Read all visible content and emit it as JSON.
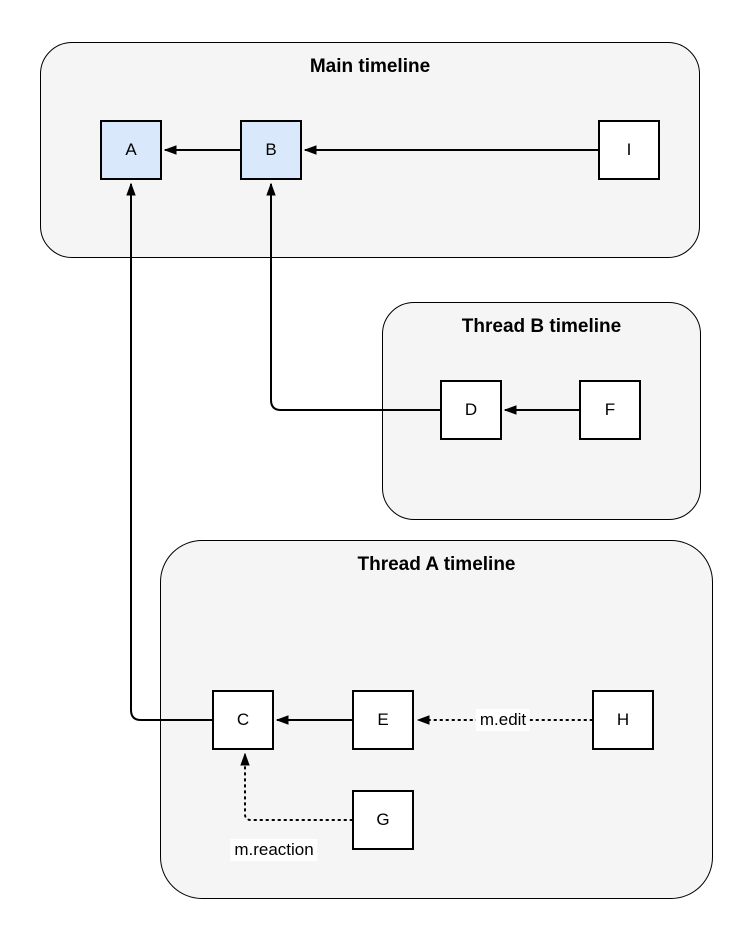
{
  "diagram": {
    "containers": [
      {
        "id": "main",
        "title": "Main timeline"
      },
      {
        "id": "thread_b",
        "title": "Thread B timeline"
      },
      {
        "id": "thread_a",
        "title": "Thread A timeline"
      }
    ],
    "nodes": [
      {
        "id": "A",
        "label": "A",
        "highlighted": true,
        "container": "main"
      },
      {
        "id": "B",
        "label": "B",
        "highlighted": true,
        "container": "main"
      },
      {
        "id": "I",
        "label": "I",
        "highlighted": false,
        "container": "main"
      },
      {
        "id": "D",
        "label": "D",
        "highlighted": false,
        "container": "thread_b"
      },
      {
        "id": "F",
        "label": "F",
        "highlighted": false,
        "container": "thread_b"
      },
      {
        "id": "C",
        "label": "C",
        "highlighted": false,
        "container": "thread_a"
      },
      {
        "id": "E",
        "label": "E",
        "highlighted": false,
        "container": "thread_a"
      },
      {
        "id": "H",
        "label": "H",
        "highlighted": false,
        "container": "thread_a"
      },
      {
        "id": "G",
        "label": "G",
        "highlighted": false,
        "container": "thread_a"
      }
    ],
    "edges": [
      {
        "from": "B",
        "to": "A",
        "style": "solid",
        "label": ""
      },
      {
        "from": "I",
        "to": "B",
        "style": "solid",
        "label": ""
      },
      {
        "from": "F",
        "to": "D",
        "style": "solid",
        "label": ""
      },
      {
        "from": "D",
        "to": "B",
        "style": "solid",
        "label": ""
      },
      {
        "from": "E",
        "to": "C",
        "style": "solid",
        "label": ""
      },
      {
        "from": "C",
        "to": "A",
        "style": "solid",
        "label": ""
      },
      {
        "from": "H",
        "to": "E",
        "style": "dotted",
        "label": "m.edit"
      },
      {
        "from": "G",
        "to": "C",
        "style": "dotted",
        "label": "m.reaction"
      }
    ],
    "colors": {
      "container_fill": "#f5f5f5",
      "container_stroke": "#000000",
      "node_fill": "#ffffff",
      "node_highlight_fill": "#dae8fc",
      "node_stroke": "#000000",
      "edge_color": "#000000",
      "label_background": "#ffffff",
      "page_background": "#ffffff"
    }
  }
}
